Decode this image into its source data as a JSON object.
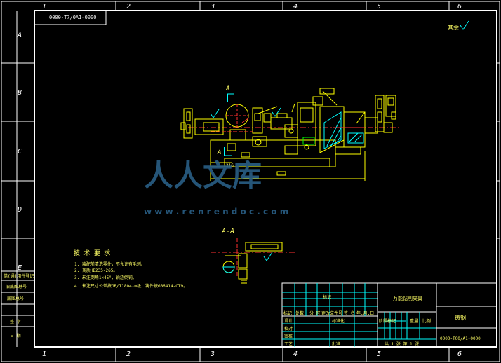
{
  "colors": {
    "background": "#000000",
    "frame": "#ffffff",
    "yellow": "#ffff00",
    "cyan": "#00ffff",
    "red": "#ff3030",
    "green": "#00ff00",
    "watermark": "#2a5f86"
  },
  "drawing_code": "0000-T7/0A1-0000",
  "roughness": "其余",
  "zone_columns": [
    "1",
    "2",
    "3",
    "4",
    "5",
    "6"
  ],
  "zone_rows": [
    "A",
    "B",
    "C",
    "D",
    "E"
  ],
  "section_label": "A",
  "section_view_title": "A-A",
  "dimension_text": "316",
  "watermark": {
    "brand": "人人文库",
    "url": "w w w . r e n r e n d o c . c o m"
  },
  "tech_req": {
    "title": "技 术 要 求",
    "items": [
      "1. 装配前清洗零件，不允许有毛刺。",
      "2. 调质HB235-265。",
      "3. 未注倒角1×45°，锐边倒钝。",
      "4. 未注尺寸公差按GB/T1804-m级，铸件按GB6414-CT9。"
    ]
  },
  "left_strip": [
    "借(通)用件登记",
    "旧底图总号",
    "底图总号",
    "签  字",
    "日  期"
  ],
  "title_block": {
    "mark_header": "标记",
    "headers": [
      "标记",
      "处数",
      "分 区",
      "更改文件号",
      "签 名",
      "年.月.日"
    ],
    "roles": [
      "设计",
      "校对",
      "审核",
      "工艺"
    ],
    "name": "万能钻削夹具",
    "stage_label": "阶段标记",
    "weight_label": "重量",
    "scale_label": "比例",
    "sheets": "共 1 张   第 1 张",
    "approve": "批准",
    "std": "标准化",
    "part_no": "0000-T00/A1-0000",
    "material": "铸钢"
  }
}
